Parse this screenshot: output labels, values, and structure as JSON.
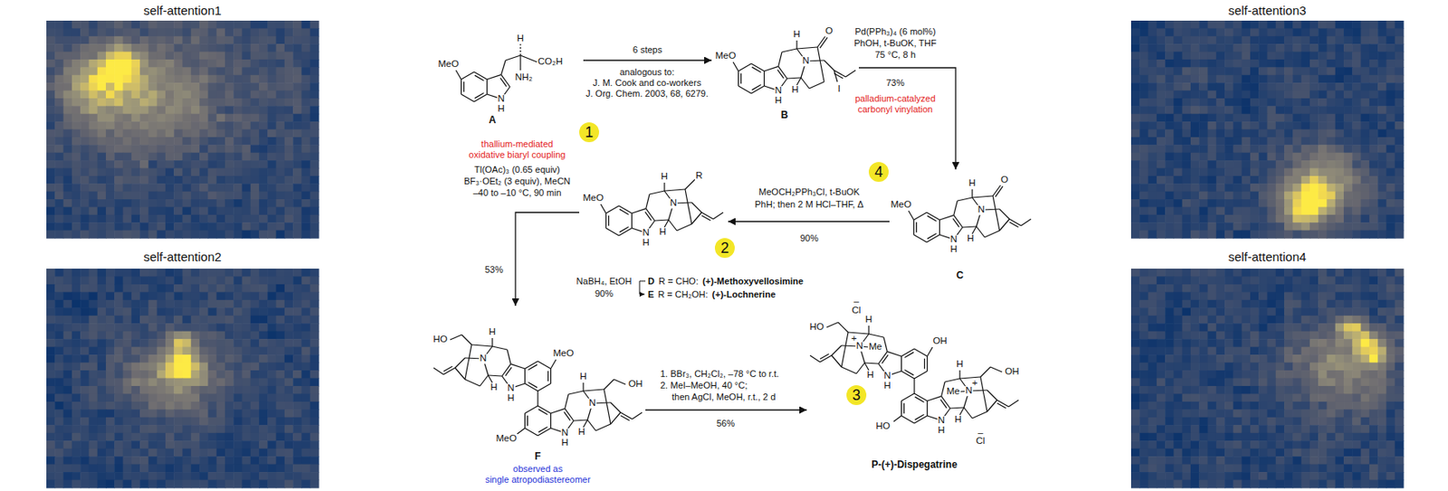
{
  "diagram": {
    "nodes": [
      {
        "text": [
          "self-attention1"
        ]
      },
      {
        "text": [
          "self-attention2"
        ]
      },
      {
        "text": [
          "MeO",
          "H",
          "CO₂H",
          "NH₂",
          "N",
          "H",
          "A"
        ]
      },
      {
        "text": [
          "MeO",
          "H",
          "O",
          "N",
          "N",
          "H",
          "H",
          "I",
          "B"
        ]
      },
      {
        "text": [
          "MeO",
          "H",
          "O",
          "N",
          "N",
          "H",
          "H",
          "C"
        ]
      },
      {
        "text": [
          "MeO",
          "H",
          "R",
          "N",
          "N",
          "H",
          "H"
        ]
      },
      {
        "text": [
          "HO",
          "H",
          "N",
          "H",
          "N",
          "H",
          "MeO",
          "MeO",
          "H",
          "N",
          "OH",
          "H",
          "N",
          "H",
          "F"
        ]
      },
      {
        "text": [
          "–",
          "Cl",
          "HO",
          "H",
          "+",
          "N",
          "Me",
          "H",
          "N",
          "H",
          "OH",
          "HO",
          "H",
          "Me",
          "+",
          "N",
          "OH",
          "H",
          "N",
          "H",
          "–",
          "Cl",
          "P-(+)-Dispegatrine"
        ]
      },
      {
        "text": [
          "self-attention3"
        ]
      },
      {
        "text": [
          "self-attention4"
        ]
      }
    ],
    "edges": [
      {
        "from": 2,
        "to": 3,
        "arrow": "to",
        "label": "6 steps"
      },
      {
        "from": 3,
        "to": 4,
        "arrow": "to"
      },
      {
        "from": 4,
        "to": 5,
        "arrow": "to"
      },
      {
        "from": 5,
        "to": 6,
        "arrow": "to"
      },
      {
        "from": 6,
        "to": 7,
        "arrow": "to"
      }
    ],
    "labels": [
      "1",
      "2",
      "3",
      "4",
      "analogous to:",
      "J. M. Cook and co-workers",
      "J. Org. Chem. 2003, 68, 6279.",
      "Pd(PPh₃)₄ (6 mol%)",
      "PhOH, t-BuOK, THF",
      "75 °C, 8 h",
      "73%",
      "palladium-catalyzed",
      "carbonyl vinylation",
      "thallium-mediated",
      "oxidative biaryl coupling",
      "Tl(OAc)₃ (0.65 equiv)",
      "BF₃·OEt₂ (3 equiv), MeCN",
      "–40 to –10 °C, 90 min",
      "53%",
      "MeOCH₂PPh₃Cl, t-BuOK",
      "PhH; then 2 M HCl–THF, Δ",
      "90%",
      "NaBH₄, EtOH",
      "90%",
      "D",
      "R = CHO:",
      "(+)-Methoxyvellosimine",
      "E",
      "R = CH₂OH:",
      "(+)-Lochnerine",
      "1. BBr₃, CH₂Cl₂, –78 °C to r.t.",
      "2. MeI–MeOH, 40 °C;",
      "then AgCl, MeOH, r.t., 2 d",
      "56%",
      "observed as",
      "single atropodiastereomer"
    ]
  }
}
